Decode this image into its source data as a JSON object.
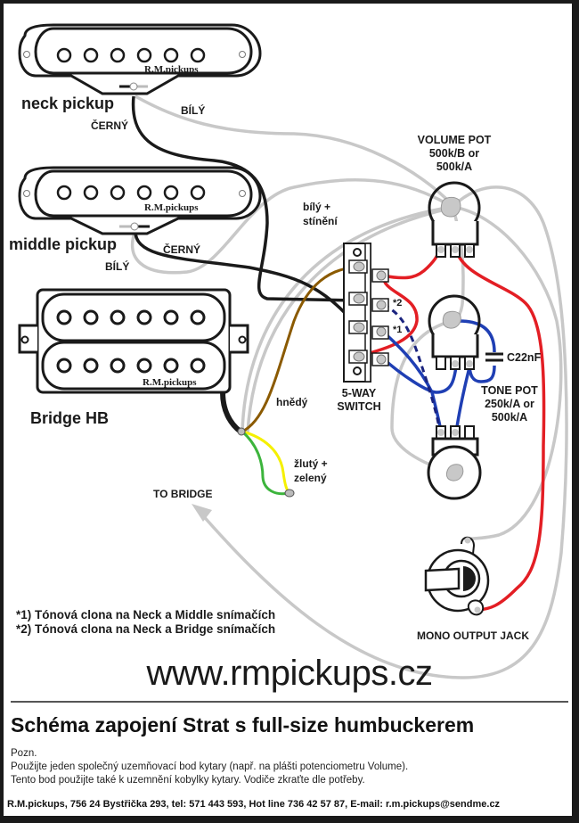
{
  "pickups": {
    "neck": {
      "name": "neck pickup",
      "brand": "R.M.pickups",
      "wire_black": "ČERNÝ",
      "wire_white": "BÍLÝ"
    },
    "middle": {
      "name": "middle pickup",
      "brand": "R.M.pickups",
      "wire_black": "ČERNÝ",
      "wire_white": "BÍLÝ"
    },
    "bridge": {
      "name": "Bridge HB",
      "brand": "R.M.pickups",
      "wire_brown": "hnědý",
      "wire_yellow_green_line1": "žlutý +",
      "wire_yellow_green_line2": "zelený"
    }
  },
  "labels": {
    "white_shield_line1": "bílý +",
    "white_shield_line2": "stínění",
    "to_bridge": "TO BRIDGE",
    "marker1": "*1",
    "marker2": "*2"
  },
  "components": {
    "volume_pot": {
      "line1": "VOLUME POT",
      "line2": "500k/B or",
      "line3": "500k/A"
    },
    "switch": {
      "line1": "5-WAY",
      "line2": "SWITCH"
    },
    "capacitor": {
      "label": "C22nF"
    },
    "tone_pot": {
      "line1": "TONE POT",
      "line2": "250k/A or",
      "line3": "500k/A"
    },
    "jack": {
      "label": "MONO OUTPUT JACK"
    }
  },
  "notes": {
    "note1": "*1) Tónová clona na Neck a Middle snímačích",
    "note2": "*2) Tónová clona na Neck a Bridge snímačích"
  },
  "website": "www.rmpickups.cz",
  "title": "Schéma zapojení Strat s full-size humbuckerem",
  "remarks": {
    "heading": "Pozn.",
    "line1": "Použijte jeden společný uzemňovací bod kytary (např. na plášti potenciometru Volume).",
    "line2": "Tento bod použijte také k uzemnění kobylky kytary. Vodiče  zkraťte dle potřeby."
  },
  "footer": "R.M.pickups, 756 24 Bystřička 293, tel: 571 443 593, Hot line 736 42 57 87, E-mail: r.m.pickups@sendme.cz",
  "colors": {
    "ground_wire": "#c8c8c8",
    "hot_wire": "#e31e24",
    "tone_wire": "#1f3fb4",
    "dashed_wire": "#1a237e",
    "black_wire": "#1a1a1a",
    "brown_wire": "#8b5a00",
    "yellow_wire": "#f5f000",
    "green_wire": "#3cb43c"
  }
}
